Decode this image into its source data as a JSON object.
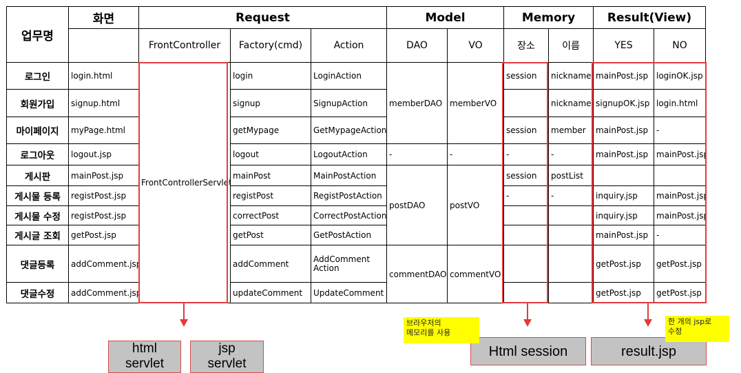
{
  "table": {
    "group_headers": [
      "업무명",
      "화면",
      "Request",
      "Model",
      "Memory",
      "Result(View)"
    ],
    "sub_headers": [
      "FrontController",
      "Factory(cmd)",
      "Action",
      "DAO",
      "VO",
      "장소",
      "이름",
      "YES",
      "NO"
    ],
    "rows": [
      {
        "task": "로그인",
        "screen": "login.html",
        "cmd": "login",
        "action": "LoginAction",
        "place": "session",
        "name": "nickname",
        "yes": "mainPost.jsp",
        "no": "loginOK.jsp"
      },
      {
        "task": "회원가입",
        "screen": "signup.html",
        "cmd": "signup",
        "action": "SignupAction",
        "place": "",
        "name": "nickname",
        "yes": "signupOK.jsp",
        "no": "login.html"
      },
      {
        "task": "마이페이지",
        "screen": "myPage.html",
        "cmd": "getMypage",
        "action": "GetMypageAction",
        "place": "session",
        "name": "member",
        "yes": "mainPost.jsp",
        "no": "-"
      },
      {
        "task": "로그아웃",
        "screen": "logout.jsp",
        "cmd": "logout",
        "action": "LogoutAction",
        "dao": "-",
        "vo": "-",
        "place": "-",
        "name": "-",
        "yes": "mainPost.jsp",
        "no": "mainPost.jsp"
      },
      {
        "task": "게시판",
        "screen": "mainPost.jsp",
        "cmd": "mainPost",
        "action": "MainPostAction",
        "place": "session",
        "name": "postList",
        "yes": "",
        "no": ""
      },
      {
        "task": "게시물 등록",
        "screen": "registPost.jsp",
        "cmd": "registPost",
        "action": "RegistPostAction",
        "place": "-",
        "name": "-",
        "yes": "inquiry.jsp",
        "no": "mainPost.jsp"
      },
      {
        "task": "게시물 수정",
        "screen": "registPost.jsp",
        "cmd": "correctPost",
        "action": "CorrectPostAction",
        "place": "",
        "name": "",
        "yes": "inquiry.jsp",
        "no": "mainPost.jsp"
      },
      {
        "task": "게시글 조회",
        "screen": "getPost.jsp",
        "cmd": "getPost",
        "action": "GetPostAction",
        "place": "",
        "name": "",
        "yes": "mainPost.jsp",
        "no": "-"
      },
      {
        "task": "댓글등록",
        "screen": "addComment.jsp",
        "cmd": "addComment",
        "action": "AddComment Action",
        "place": "",
        "name": "",
        "yes": "getPost.jsp",
        "no": "getPost.jsp"
      },
      {
        "task": "댓글수정",
        "screen": "addComment.jsp",
        "cmd": "updateComment",
        "action": "UpdateComment",
        "place": "",
        "name": "",
        "yes": "getPost.jsp",
        "no": "getPost.jsp"
      }
    ],
    "front_controller": "FrontControllerServlet",
    "member_dao": "memberDAO",
    "member_vo": "memberVO",
    "post_dao": "postDAO",
    "post_vo": "postVO",
    "comment_dao": "commentDAO",
    "comment_vo": "commentVO"
  },
  "annotations": {
    "box_html_servlet": [
      "html",
      "servlet"
    ],
    "box_jsp_servlet": [
      "jsp",
      "servlet"
    ],
    "box_session": "Html session",
    "box_result": "result.jsp",
    "note_browser_memory": "브라우저의\n메모리를 사용",
    "note_one_jsp": "한 개의 jsp로\n수정"
  },
  "colors": {
    "highlight_border": "#e23a3a",
    "grid_line": "#000000",
    "grey_box": "#c3c3c3",
    "note_bg": "#ffff00"
  }
}
